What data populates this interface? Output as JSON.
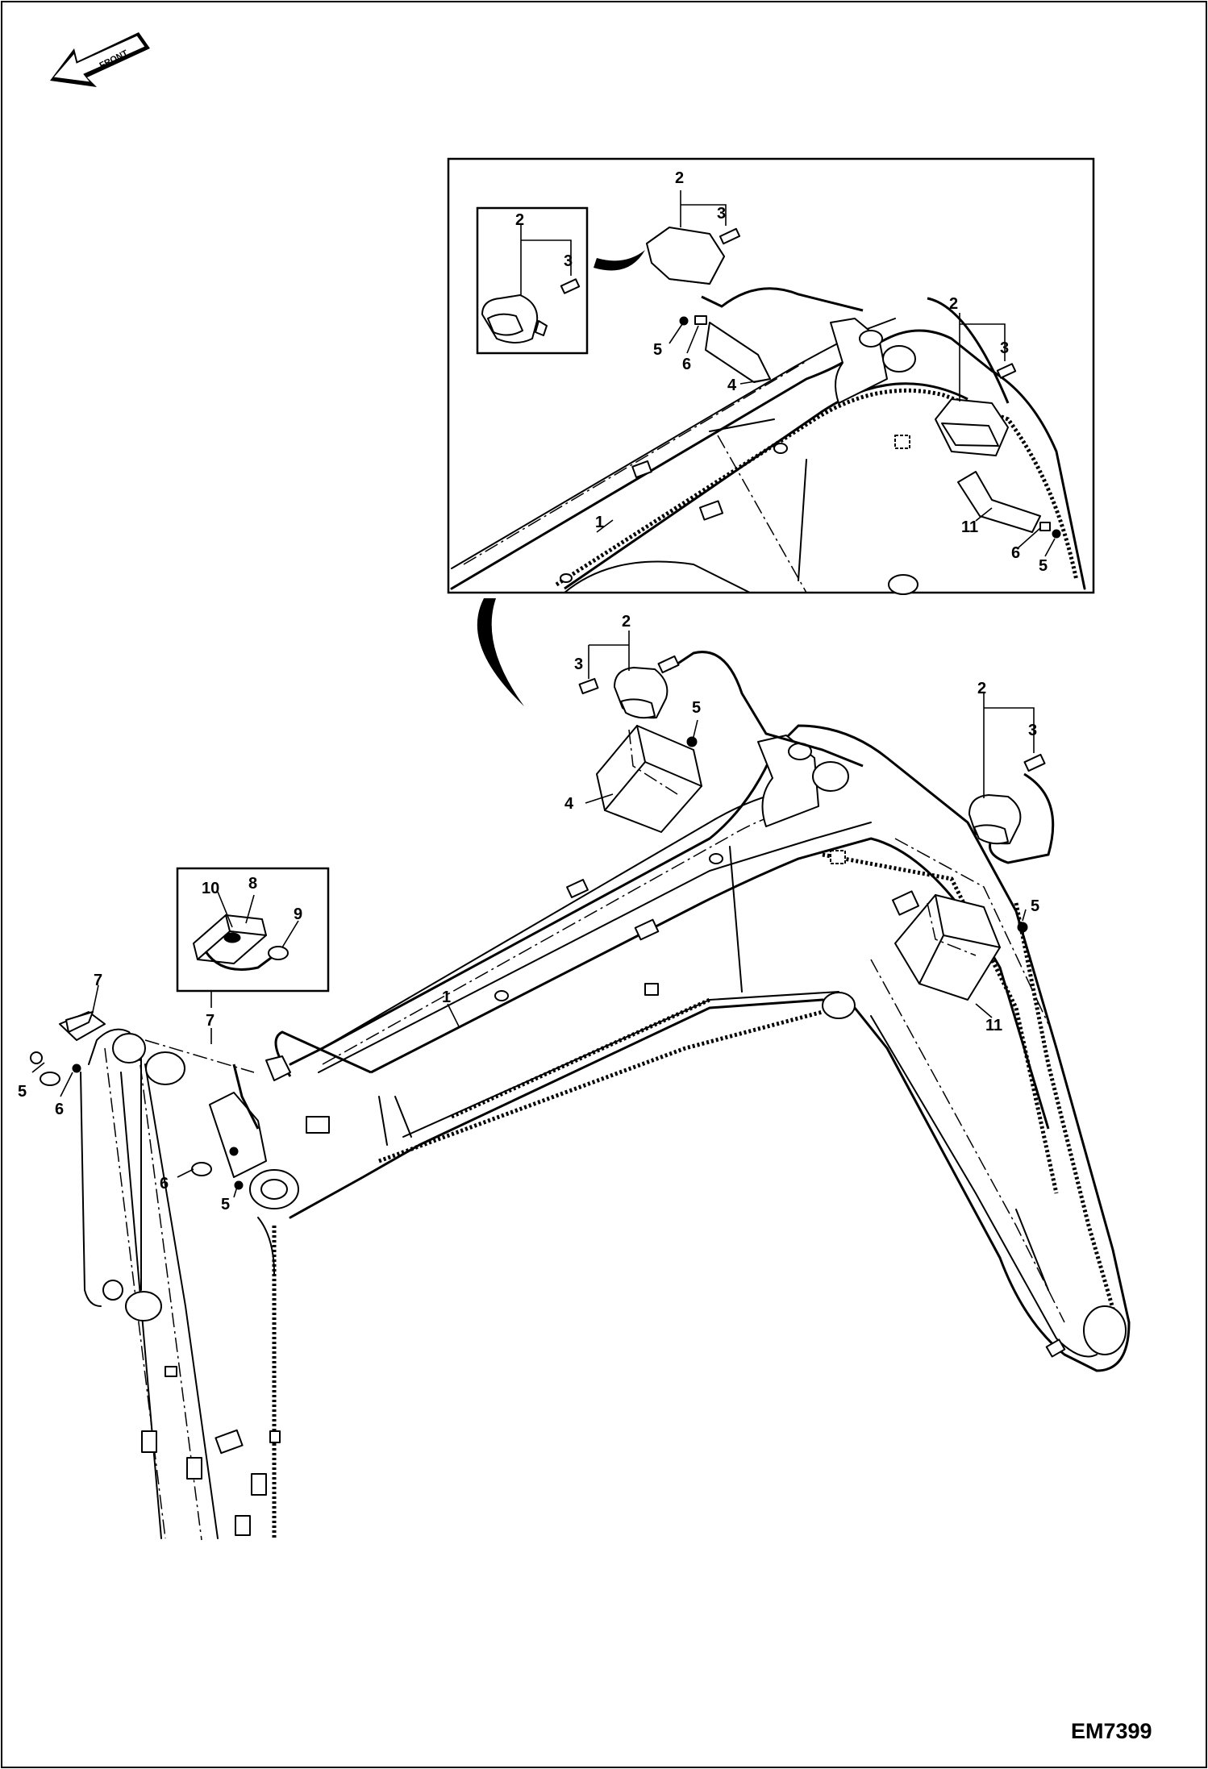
{
  "drawing_code": "EM7399",
  "front_arrow_label": "FRONT",
  "labels": {
    "detail_top": {
      "inset": {
        "lamp": "2",
        "bolt": "3"
      },
      "front_lamp": {
        "lamp": "2",
        "bolt": "3",
        "nut": "5",
        "washer": "6",
        "bracket": "4"
      },
      "rear_lamp": {
        "lamp": "2",
        "bolt": "3",
        "bracket": "11",
        "washer": "6",
        "nut": "5"
      },
      "harness": "1"
    },
    "main": {
      "front_lamp": {
        "lamp": "2",
        "bolt": "3",
        "nut": "5",
        "guard": "4"
      },
      "rear_lamp": {
        "lamp": "2",
        "bolt": "3",
        "nut": "5",
        "guard": "11"
      },
      "harness": "1",
      "connector_detail": {
        "cover": "10",
        "body": "8",
        "cap": "9"
      },
      "connector_callout": "7",
      "left_parts": {
        "connector": "7",
        "nut": "5",
        "washer": "6"
      },
      "pivot_parts": {
        "washer": "6",
        "nut": "5"
      }
    }
  }
}
